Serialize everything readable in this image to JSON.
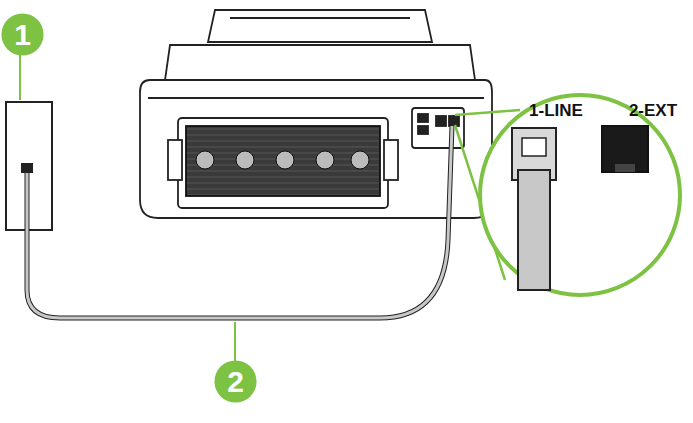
{
  "diagram": {
    "nodes": [
      {
        "text": [
          "1"
        ]
      },
      {
        "text": [
          "2"
        ]
      }
    ],
    "labels": [
      "1-LINE",
      "2-EXT"
    ]
  }
}
